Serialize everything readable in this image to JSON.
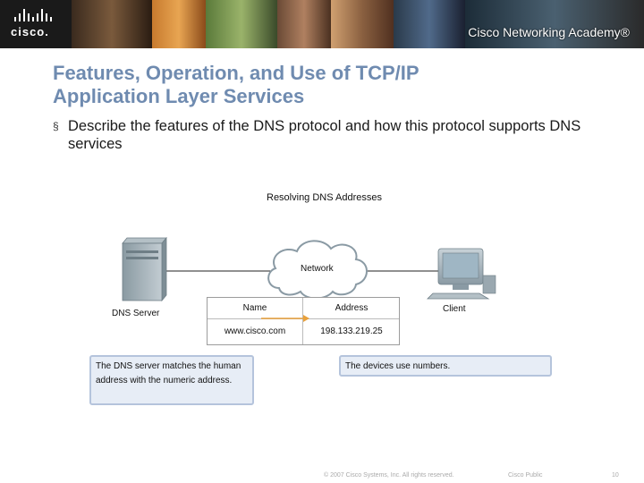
{
  "header": {
    "logo_word": "cisco.",
    "academy": "Cisco Networking Academy®"
  },
  "slide": {
    "title_line1": "Features, Operation, and Use of TCP/IP",
    "title_line2": "Application Layer Services",
    "bullet_mark": "§",
    "bullet": "Describe the features of the DNS protocol and how this protocol supports DNS services"
  },
  "diagram": {
    "title": "Resolving DNS Addresses",
    "network_label": "Network",
    "server_label": "DNS Server",
    "client_label": "Client",
    "table": {
      "headers": [
        "Name",
        "Address"
      ],
      "row": [
        "www.cisco.com",
        "198.133.219.25"
      ]
    },
    "callout_left": "The DNS server matches the human address with the numeric address.",
    "callout_right": "The devices use numbers.",
    "colors": {
      "arrow": "#e9a13b",
      "callout_fill": "#e7edf6",
      "title": "#6f8bb0"
    }
  },
  "footer": {
    "copyright": "© 2007 Cisco Systems, Inc. All rights reserved.",
    "public": "Cisco Public",
    "page": "10"
  }
}
